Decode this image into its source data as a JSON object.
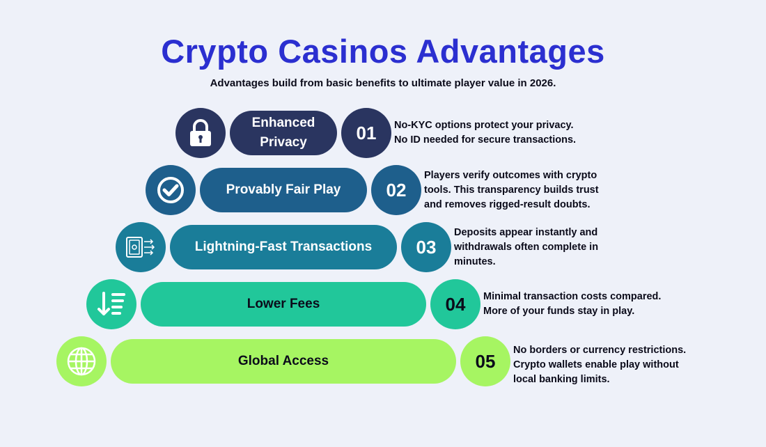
{
  "header": {
    "title": "Crypto Casinos Advantages",
    "subtitle": "Advantages build from basic benefits to ultimate player value in 2026."
  },
  "advantages": [
    {
      "label": "Enhanced\nPrivacy",
      "number": "01",
      "description": "No-KYC options protect your privacy.\nNo ID needed for secure transactions.",
      "icon": "lock-icon",
      "color": "#2a3560",
      "text_color": "#ffffff"
    },
    {
      "label": "Provably Fair Play",
      "number": "02",
      "description": "Players verify outcomes with crypto\ntools. This transparency builds trust\nand removes rigged-result doubts.",
      "icon": "checkmark-icon",
      "color": "#1e5f8c",
      "text_color": "#ffffff"
    },
    {
      "label": "Lightning-Fast Transactions",
      "number": "03",
      "description": "Deposits appear instantly and\nwithdrawals often complete in\nminutes.",
      "icon": "wallet-transfer-icon",
      "color": "#1a7d99",
      "text_color": "#ffffff"
    },
    {
      "label": "Lower Fees",
      "number": "04",
      "description": "Minimal transaction costs compared.\nMore of your funds stay in play.",
      "icon": "sort-descending-icon",
      "color": "#21c79a",
      "text_color": "#0b0b1a"
    },
    {
      "label": "Global Access",
      "number": "05",
      "description": "No borders or currency restrictions.\nCrypto wallets enable play without\nlocal banking limits.",
      "icon": "globe-icon",
      "color": "#a6f562",
      "text_color": "#0b0b1a"
    }
  ]
}
